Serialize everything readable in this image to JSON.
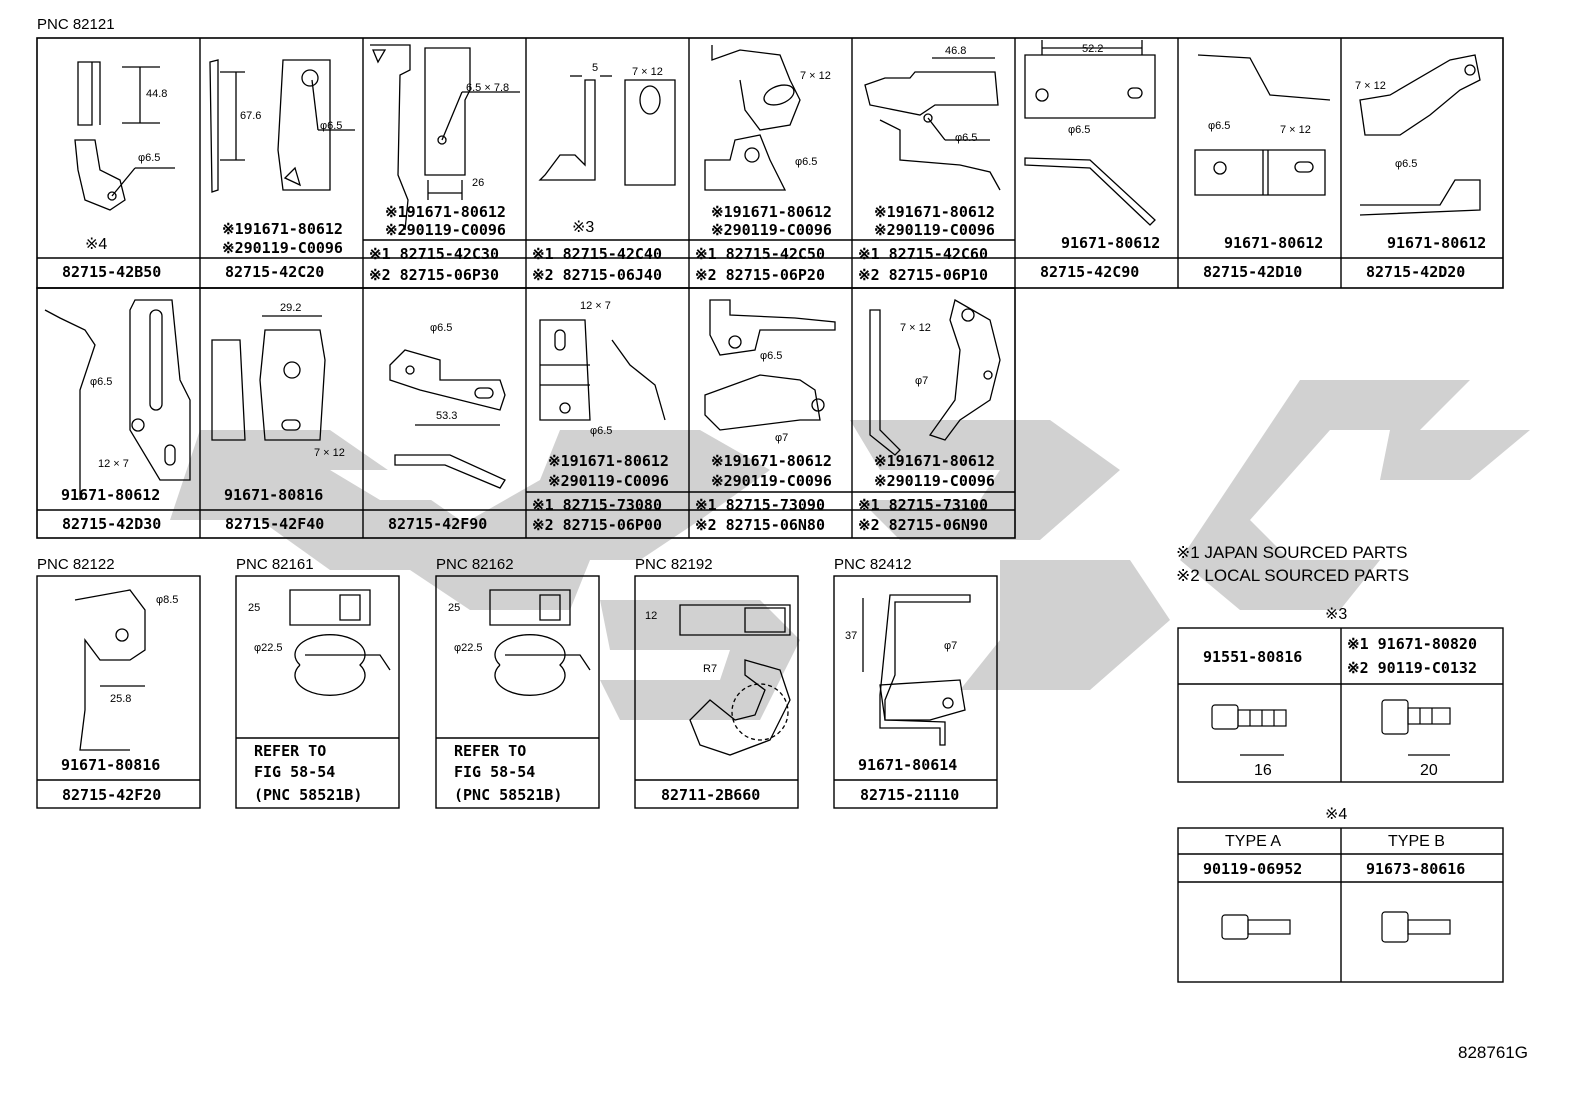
{
  "pnc_labels": {
    "g1": "PNC 82121",
    "g2": "PNC 82122",
    "g3": "PNC 82161",
    "g4": "PNC 82162",
    "g5": "PNC 82192",
    "g6": "PNC 82412"
  },
  "row1": [
    {
      "part": "82715-42B50",
      "note1": "※4",
      "note2": "",
      "n1": "",
      "n2": ""
    },
    {
      "part": "82715-42C20",
      "note1": "※191671-80612",
      "note2": "※290119-C0096",
      "n1": "",
      "n2": ""
    },
    {
      "part": "",
      "note1": "※191671-80612",
      "note2": "※290119-C0096",
      "n1": "※1 82715-42C30",
      "n2": "※2 82715-06P30"
    },
    {
      "part": "",
      "note1": "※3",
      "note2": "",
      "n1": "※1 82715-42C40",
      "n2": "※2 82715-06J40"
    },
    {
      "part": "",
      "note1": "※191671-80612",
      "note2": "※290119-C0096",
      "n1": "※1 82715-42C50",
      "n2": "※2 82715-06P20"
    },
    {
      "part": "",
      "note1": "※191671-80612",
      "note2": "※290119-C0096",
      "n1": "※1 82715-42C60",
      "n2": "※2 82715-06P10"
    },
    {
      "part": "82715-42C90",
      "note1": "91671-80612",
      "note2": "",
      "n1": "",
      "n2": ""
    },
    {
      "part": "82715-42D10",
      "note1": "91671-80612",
      "note2": "",
      "n1": "",
      "n2": ""
    },
    {
      "part": "82715-42D20",
      "note1": "91671-80612",
      "note2": "",
      "n1": "",
      "n2": ""
    }
  ],
  "row2": [
    {
      "part": "82715-42D30",
      "note1": "91671-80612",
      "note2": "",
      "n1": "",
      "n2": ""
    },
    {
      "part": "82715-42F40",
      "note1": "91671-80816",
      "note2": "",
      "n1": "",
      "n2": ""
    },
    {
      "part": "82715-42F90",
      "note1": "",
      "note2": "",
      "n1": "",
      "n2": ""
    },
    {
      "part": "",
      "note1": "※191671-80612",
      "note2": "※290119-C0096",
      "n1": "※1 82715-73080",
      "n2": "※2 82715-06P00"
    },
    {
      "part": "",
      "note1": "※191671-80612",
      "note2": "※290119-C0096",
      "n1": "※1 82715-73090",
      "n2": "※2 82715-06N80"
    },
    {
      "part": "",
      "note1": "※191671-80612",
      "note2": "※290119-C0096",
      "n1": "※1 82715-73100",
      "n2": "※2 82715-06N90"
    }
  ],
  "row3": [
    {
      "part": "82715-42F20",
      "note1": "91671-80816"
    },
    {
      "line1": "REFER  TO",
      "line2": "FIG 58-54",
      "line3": "(PNC 58521B)"
    },
    {
      "line1": "REFER  TO",
      "line2": "FIG 58-54",
      "line3": "(PNC 58521B)"
    },
    {
      "part": "82711-2B660"
    },
    {
      "part": "82715-21110",
      "note1": "91671-80614"
    }
  ],
  "dims": {
    "d1": "44.8",
    "d2": "φ6.5",
    "d3": "67.6",
    "d4": "φ6.5",
    "d5": "6.5 × 7.8",
    "d6": "26",
    "d7": "5",
    "d8": "7 × 12",
    "d9": "7 × 12",
    "d10": "φ6.5",
    "d11": "46.8",
    "d12": "φ6.5",
    "d13": "52.2",
    "d14": "φ6.5",
    "d15": "φ6.5",
    "d16": "7 × 12",
    "d17": "7 × 12",
    "d18": "φ6.5",
    "d19": "φ6.5",
    "d20": "12 × 7",
    "d21": "29.2",
    "d22": "7 × 12",
    "d23": "φ6.5",
    "d24": "53.3",
    "d25": "12 × 7",
    "d26": "φ6.5",
    "d27": "φ6.5",
    "d28": "φ7",
    "d29": "7 × 12",
    "d30": "φ7",
    "d31": "φ8.5",
    "d32": "25.8",
    "d33": "25",
    "d34": "φ22.5",
    "d35": "25",
    "d36": "φ22.5",
    "d37": "12",
    "d38": "R7",
    "d39": "37",
    "d40": "φ7"
  },
  "legend": {
    "l1": "※1 JAPAN SOURCED PARTS",
    "l2": "※2 LOCAL SOURCED PARTS"
  },
  "table3": {
    "title": "※3",
    "c1": "91551-80816",
    "c2a": "※1 91671-80820",
    "c2b": "※2 90119-C0132",
    "len1": "16",
    "len2": "20"
  },
  "table4": {
    "title": "※4",
    "h1": "TYPE A",
    "h2": "TYPE B",
    "p1": "90119-06952",
    "p2": "91673-80616"
  },
  "figure_id": "828761G"
}
